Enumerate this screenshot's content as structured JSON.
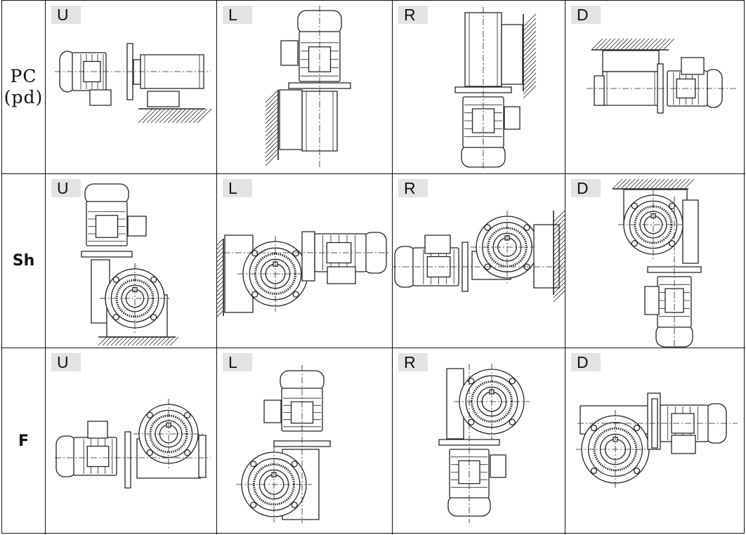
{
  "rows": [
    {
      "label": "PC\n(pd)",
      "style": "serif",
      "cells": [
        "U",
        "L",
        "R",
        "D"
      ]
    },
    {
      "label": "Sh",
      "style": "bold",
      "cells": [
        "U",
        "L",
        "R",
        "D"
      ]
    },
    {
      "label": "F",
      "style": "bold",
      "cells": [
        "U",
        "L",
        "R",
        "D"
      ]
    }
  ],
  "colors": {
    "line": "#222222",
    "tag_bg": "#e3e3e3",
    "border": "#111111"
  }
}
